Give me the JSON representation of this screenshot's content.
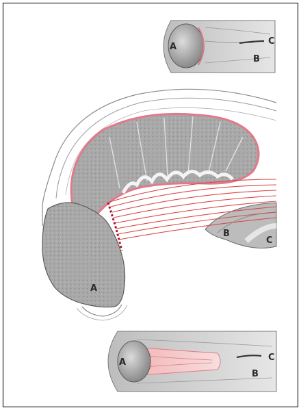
{
  "figure": {
    "top_view": {
      "label_a": "A",
      "label_b": "B",
      "label_c": "C"
    },
    "section_view": {
      "label_a": "A",
      "label_b": "B",
      "label_c": "C"
    },
    "bottom_view": {
      "label_a": "A",
      "label_b": "B",
      "label_c": "C"
    }
  },
  "colors": {
    "frame_border": "#2a2a2a",
    "bone_gray": "#9a9a9a",
    "bone_light": "#c6c6c6",
    "tissue_pink": "#e9a3a3",
    "ligament_red": "#d84a4a",
    "suture_red": "#b0142a",
    "outline": "#6b6b6b"
  }
}
